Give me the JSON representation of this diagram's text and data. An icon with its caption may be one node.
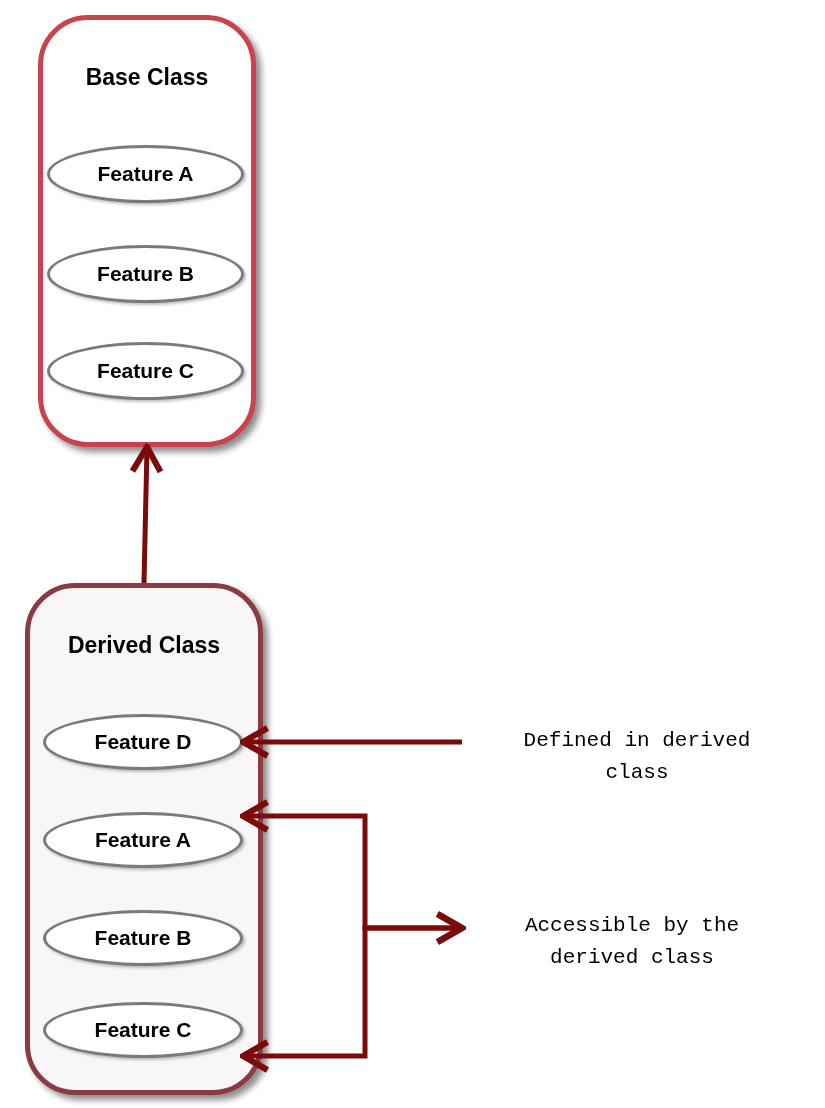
{
  "diagram": {
    "nodes": [
      {
        "text": [
          "Base Class"
        ]
      },
      {
        "text": [
          "Feature A"
        ],
        "in": 0
      },
      {
        "text": [
          "Feature B"
        ],
        "in": 0
      },
      {
        "text": [
          "Feature C"
        ],
        "in": 0
      },
      {
        "text": [
          "Derived Class"
        ]
      },
      {
        "text": [
          "Feature D"
        ],
        "in": 4
      },
      {
        "text": [
          "Feature A"
        ],
        "in": 4
      },
      {
        "text": [
          "Feature B"
        ],
        "in": 4
      },
      {
        "text": [
          "Feature C"
        ],
        "in": 4
      },
      {
        "text": [
          "Defined in derived class"
        ]
      },
      {
        "text": [
          "Accessible by the derived class"
        ]
      }
    ],
    "edges": [
      {
        "from": 4,
        "to": 0,
        "arrow": "to"
      },
      {
        "from": 9,
        "to": 5,
        "arrow": "to"
      },
      {
        "from": 10,
        "to": 6,
        "arrow": "both"
      },
      {
        "from": 10,
        "to": 8,
        "arrow": "both"
      }
    ]
  }
}
